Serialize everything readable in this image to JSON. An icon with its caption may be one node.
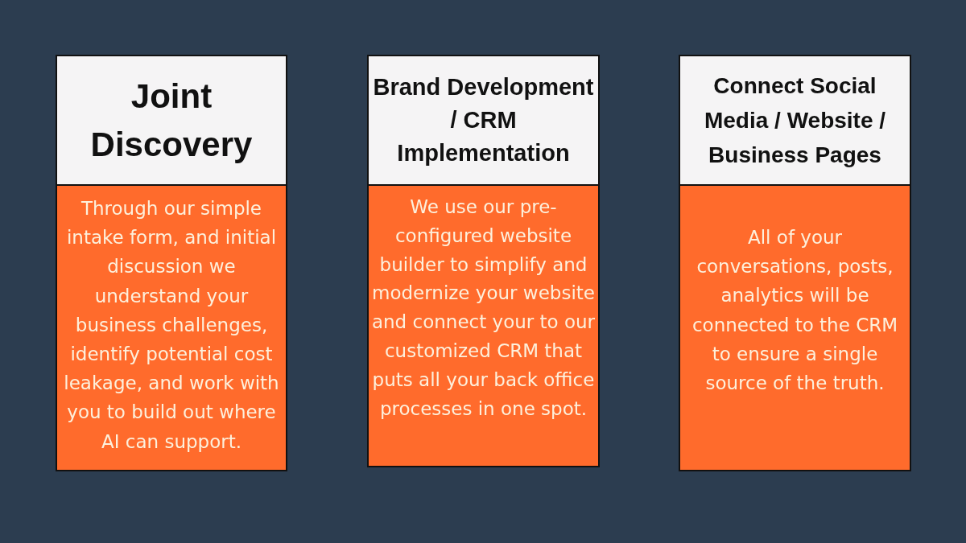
{
  "diagram": {
    "nodes": [
      {
        "text": [
          "Joint Discovery",
          "Through our simple intake form, and initial discussion we understand your business challenges, identify potential cost leakage, and work with you to build out where AI can support."
        ]
      },
      {
        "text": [
          "Brand Development / CRM Implementation",
          "We use our pre-configured website builder to simplify and modernize your website and connect your to our customized CRM that puts all your back office processes in one spot."
        ]
      },
      {
        "text": [
          "Connect Social Media / Website / Business Pages",
          "All of your conversations, posts, analytics will be connected to the CRM to ensure a single source of the truth."
        ]
      }
    ]
  }
}
